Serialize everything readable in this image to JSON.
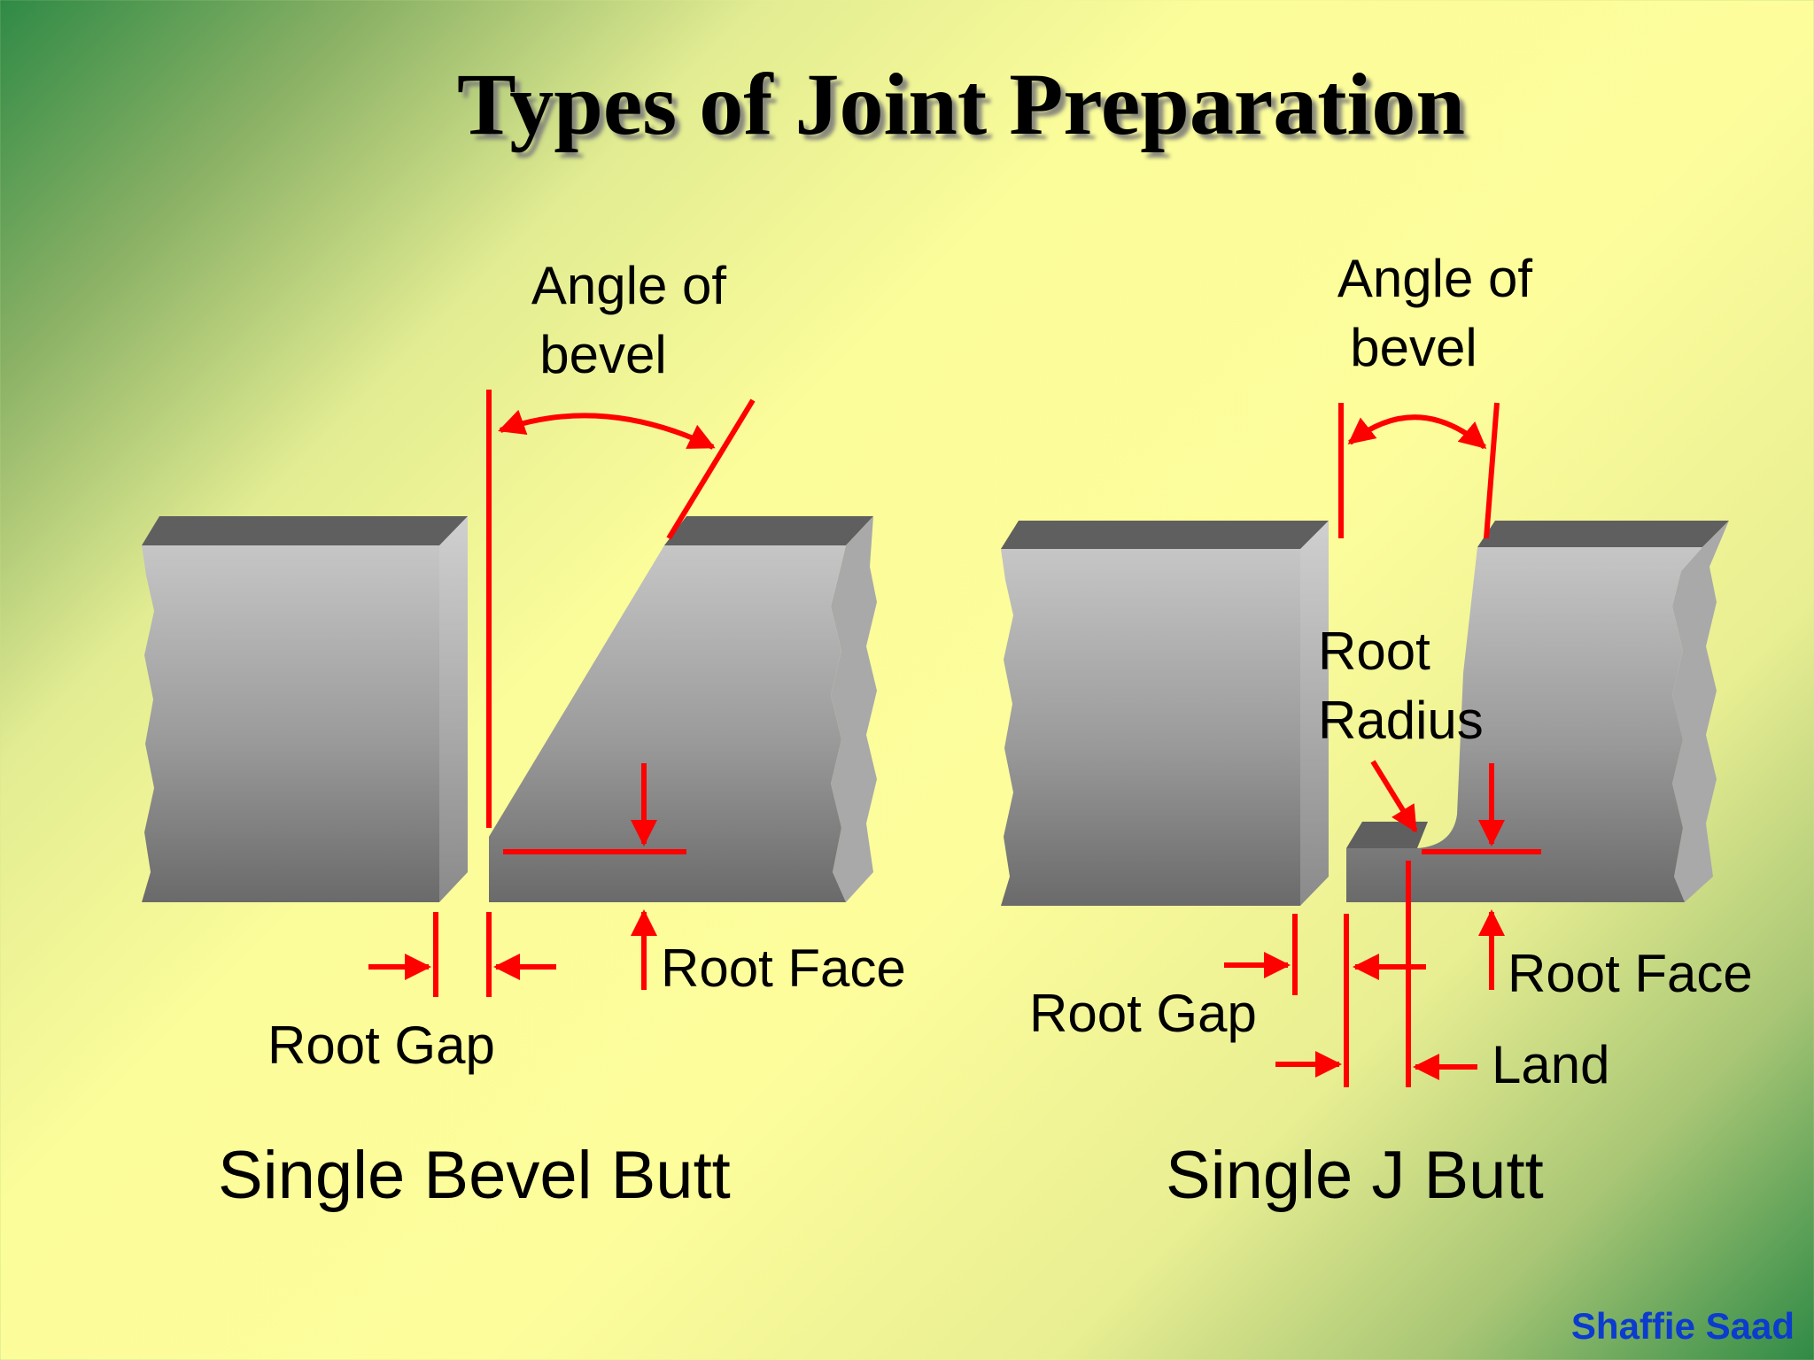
{
  "title": "Types of Joint Preparation",
  "left_joint": {
    "name": "Single Bevel Butt",
    "angle_label_line1": "Angle of",
    "angle_label_line2": "bevel",
    "root_face_label": "Root Face",
    "root_gap_label": "Root Gap"
  },
  "right_joint": {
    "name": "Single J Butt",
    "angle_label_line1": "Angle of",
    "angle_label_line2": "bevel",
    "root_radius_line1": "Root",
    "root_radius_line2": "Radius",
    "root_face_label": "Root Face",
    "root_gap_label": "Root Gap",
    "land_label": "Land"
  },
  "credit": "Shaffie Saad",
  "colors": {
    "annotation": "#ff0000",
    "metal_light": "#c4c4c4",
    "metal_dark": "#6a6a6a",
    "credit": "#0b3bcf"
  }
}
